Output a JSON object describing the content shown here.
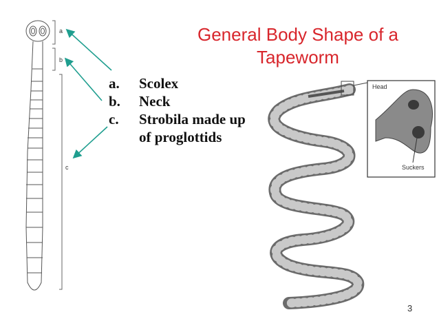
{
  "slide": {
    "title_line1": "General Body Shape of a",
    "title_line2": "Tapeworm",
    "items": [
      {
        "marker": "a.",
        "text": "Scolex"
      },
      {
        "marker": "b.",
        "text": "Neck"
      },
      {
        "marker": "c.",
        "text": "Strobila made up"
      },
      {
        "marker": "",
        "text": "of proglottids"
      }
    ],
    "page_number": "3",
    "title_color": "#d8262c",
    "arrow_color": "#1f9e8f"
  },
  "left_figure": {
    "label_a": "a",
    "label_b": "b",
    "label_c": "c"
  },
  "right_figure": {
    "label_head": "Head",
    "label_suckers": "Suckers"
  }
}
